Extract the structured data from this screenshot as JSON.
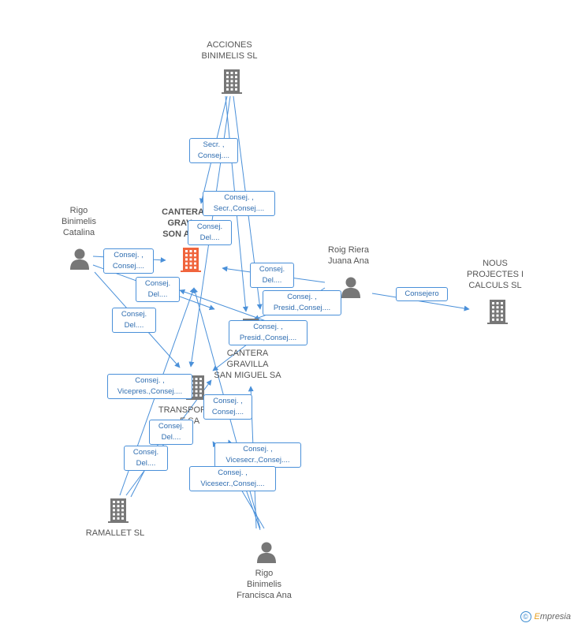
{
  "colors": {
    "edge": "#4a90d9",
    "node": "#777777",
    "focus": "#f0643c"
  },
  "nodes": {
    "acciones": {
      "lines": [
        "ACCIONES",
        "BINIMELIS SL"
      ],
      "icon": "building-icon"
    },
    "rigo_catalina": {
      "lines": [
        "Rigo",
        "Binimelis",
        "Catalina"
      ],
      "icon": "person-icon"
    },
    "cantera_son": {
      "lines": [
        "CANTERA",
        "GRAV...",
        "SON AN..."
      ],
      "icon": "building-icon"
    },
    "roig": {
      "lines": [
        "Roig Riera",
        "Juana Ana"
      ],
      "icon": "person-icon"
    },
    "nous": {
      "lines": [
        "NOUS",
        "PROJECTES I",
        "CALCULS SL"
      ],
      "icon": "building-icon"
    },
    "cantera_sm": {
      "lines": [
        "CANTERA",
        "GRAVILLA",
        "SAN MIGUEL SA"
      ],
      "icon": "building-icon"
    },
    "transport": {
      "lines": [
        "TRANSPOR...",
        "...E SA"
      ],
      "icon": "building-icon"
    },
    "ramallet": {
      "lines": [
        "RAMALLET SL"
      ],
      "icon": "building-icon"
    },
    "rigo_francisca": {
      "lines": [
        "Rigo",
        "Binimelis",
        "Francisca Ana"
      ],
      "icon": "person-icon"
    }
  },
  "edge_labels": [
    {
      "lines": [
        "Secr. ,",
        "Consej...."
      ]
    },
    {
      "lines": [
        "Consej. ,",
        "Secr.,Consej...."
      ]
    },
    {
      "lines": [
        "Consej.",
        "Del...."
      ]
    },
    {
      "lines": [
        "Consej. ,",
        "Consej...."
      ]
    },
    {
      "lines": [
        "Consej.",
        "Del...."
      ]
    },
    {
      "lines": [
        "Consej.",
        "Del...."
      ]
    },
    {
      "lines": [
        "Consej.",
        "Del...."
      ]
    },
    {
      "lines": [
        "Consej. ,",
        "Presid.,Consej...."
      ]
    },
    {
      "lines": [
        "Consej. ,",
        "Presid.,Consej...."
      ]
    },
    {
      "lines": [
        "Consejero"
      ]
    },
    {
      "lines": [
        "Consej. ,",
        "Vicepres.,Consej...."
      ]
    },
    {
      "lines": [
        "Consej. ,",
        "Consej...."
      ]
    },
    {
      "lines": [
        "Consej.",
        "Del...."
      ]
    },
    {
      "lines": [
        "Consej.",
        "Del...."
      ]
    },
    {
      "lines": [
        "Consej. ,",
        "Vicesecr.,Consej...."
      ]
    },
    {
      "lines": [
        "Consej. ,",
        "Vicesecr.,Consej...."
      ]
    }
  ],
  "footer": {
    "copyright": "©",
    "brand_initial": "E",
    "brand_rest": "mpresia"
  }
}
